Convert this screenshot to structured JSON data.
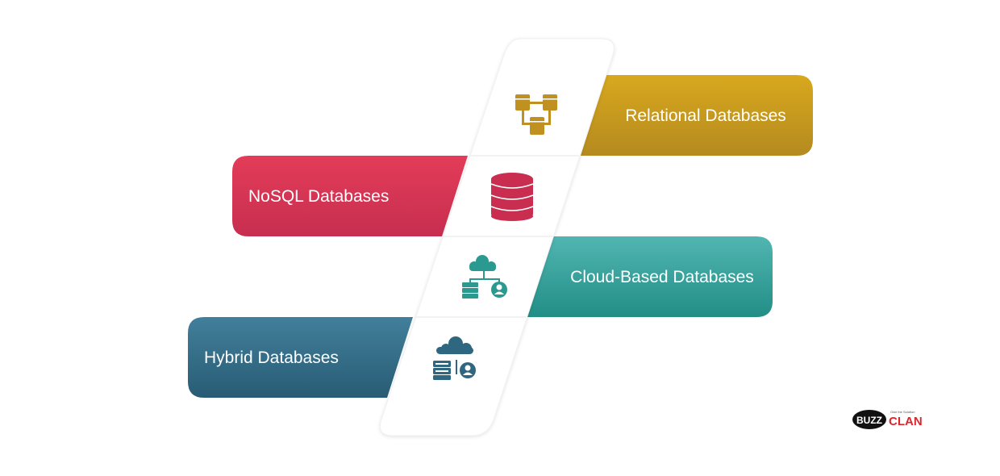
{
  "items": [
    {
      "label": "Relational Databases",
      "icon": "relational-tables-icon",
      "color_top": "#d8a81e",
      "color_bottom": "#b58a1f"
    },
    {
      "label": "NoSQL Databases",
      "icon": "database-cylinder-icon",
      "color_top": "#e33c58",
      "color_bottom": "#c72e50"
    },
    {
      "label": "Cloud-Based Databases",
      "icon": "cloud-server-user-icon",
      "color_top": "#52b5b1",
      "color_bottom": "#218e86"
    },
    {
      "label": "Hybrid Databases",
      "icon": "hybrid-cloud-server-user-icon",
      "color_top": "#427f9b",
      "color_bottom": "#285c74"
    }
  ],
  "logo": {
    "text_left": "BUZZ",
    "text_right": "CLAN",
    "tagline": "Own the Solution",
    "accent": "#e0242b"
  }
}
